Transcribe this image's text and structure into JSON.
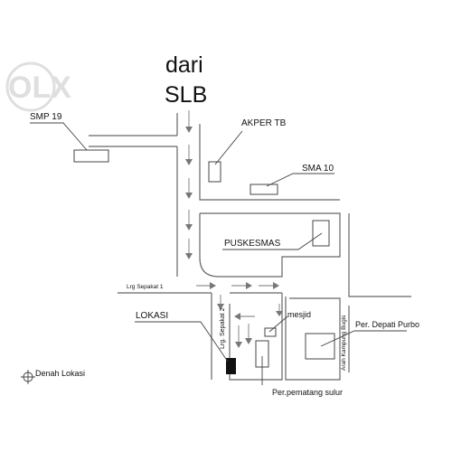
{
  "watermark": "OLX",
  "origin": {
    "line1": "dari",
    "line2": "SLB"
  },
  "places": {
    "smp": "SMP 19",
    "akper": "AKPER TB",
    "sma": "SMA 10",
    "puskesmas": "PUSKESMAS",
    "lokasi": "LOKASI",
    "masjid": "mesjid",
    "depati": "Per. Depati Purbo",
    "pematang": "Per.pematang sulur"
  },
  "streets": {
    "sepakat1": "Lrg Sepakat 1",
    "sepakat2": "Lrg. Sepakat 2",
    "kampung": "Arah Kampung Bugis"
  },
  "legend": {
    "title": "Denah Lokasi"
  },
  "colors": {
    "line": "#666666",
    "text": "#111111",
    "target": "#111111",
    "watermark": "#dcdcdc"
  }
}
